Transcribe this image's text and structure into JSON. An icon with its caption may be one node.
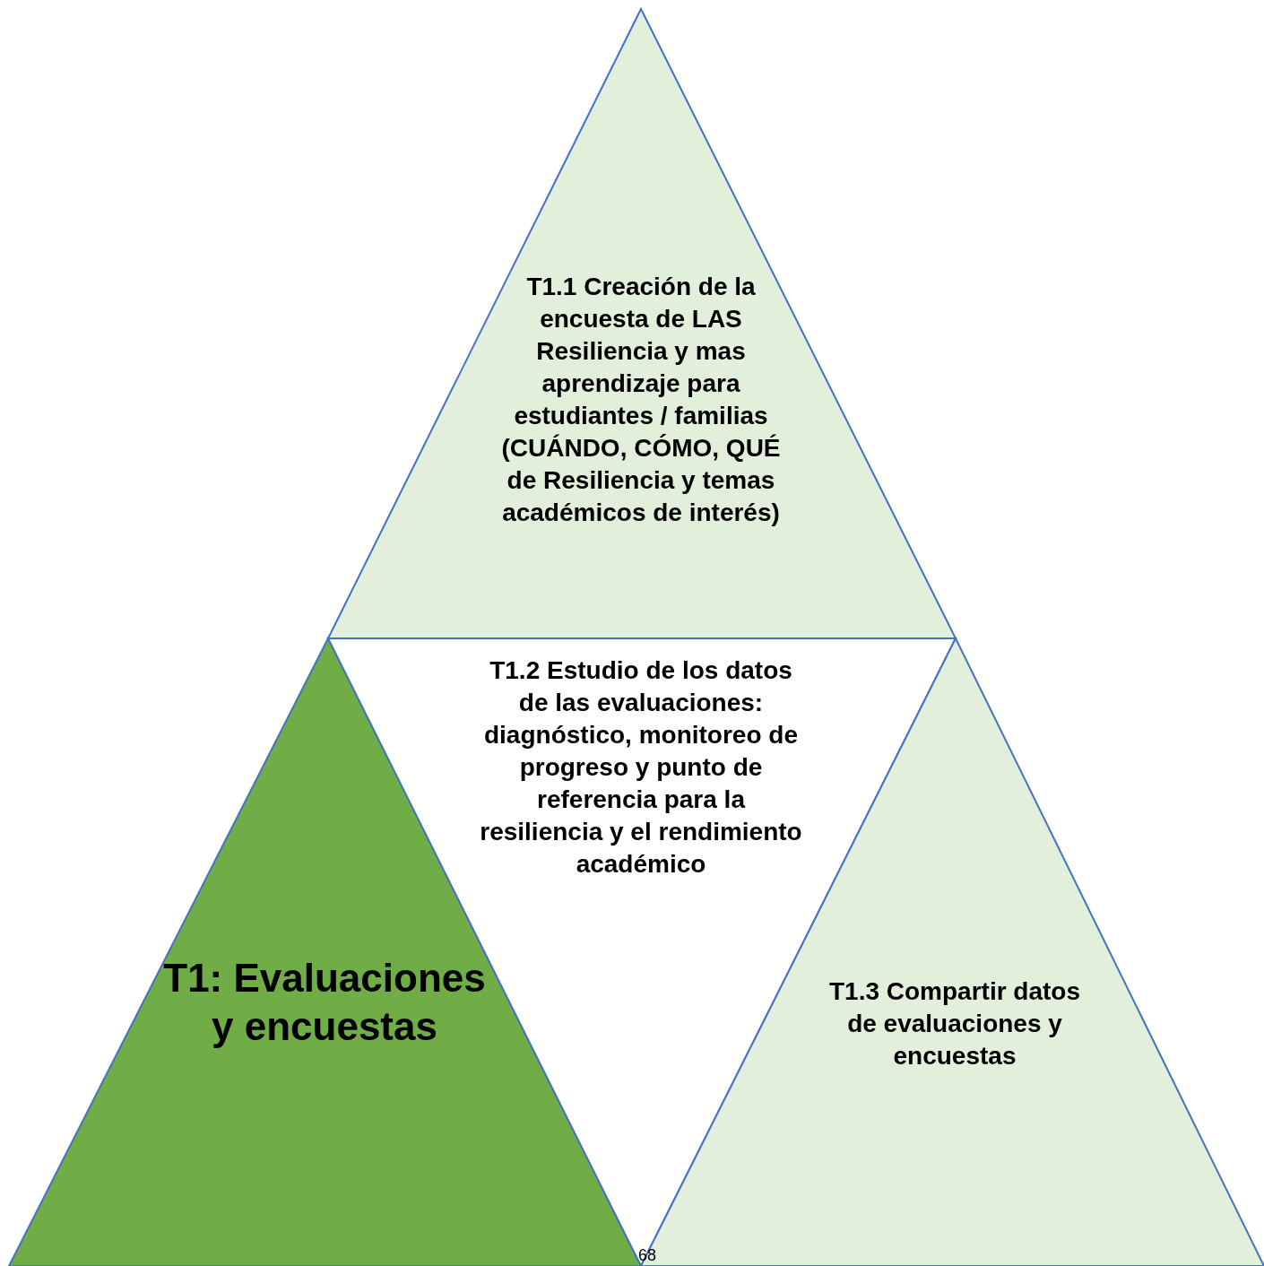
{
  "diagram": {
    "nodes": [
      {
        "text": [
          "T1.1 Creación de la encuesta de LAS Resiliencia y mas aprendizaje para estudiantes / familias (CUÁNDO, CÓMO, QUÉ de Resiliencia y temas académicos de interés)"
        ]
      },
      {
        "text": [
          "T1: Evaluaciones y encuestas"
        ]
      },
      {
        "text": [
          "T1.2 Estudio de los datos de las evaluaciones: diagnóstico, monitoreo de progreso y punto de referencia para la resiliencia y el rendimiento académico"
        ]
      },
      {
        "text": [
          "T1.3 Compartir datos de evaluaciones y encuestas"
        ]
      }
    ],
    "labels": [
      "68"
    ]
  }
}
